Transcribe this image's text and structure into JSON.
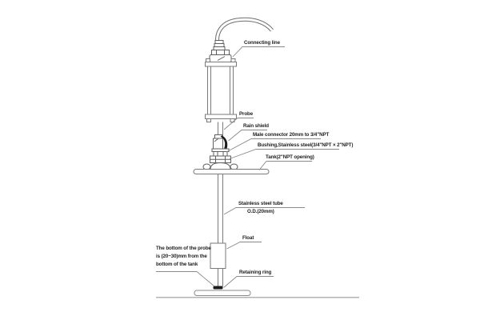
{
  "diagram": {
    "labels": {
      "connecting_line": "Connecting line",
      "probe": "Probe",
      "rain_shield": "Rain shield",
      "male_connector": "Male connector 20mm to 3/4\"NPT",
      "bushing": "Bushing,Stainless steel(3/4\"NPT × 2\"NPT)",
      "tank": "Tank(2\"NPT opening)",
      "tube_line1": "Stainless steel tube",
      "tube_line2": "O.D.(20mm)",
      "float": "Float",
      "retaining_ring": "Retaining ring",
      "note_line1": "The bottom of the probe",
      "note_line2": "is (20~30)mm from the",
      "note_line3": "bottom of the tank"
    },
    "colors": {
      "outline": "#7a7a7a",
      "dark_outline": "#5f5f5f",
      "solid_black": "#1c1c1c",
      "leader": "#8a8a8a",
      "text": "#1d1d1d",
      "background": "#ffffff"
    }
  }
}
